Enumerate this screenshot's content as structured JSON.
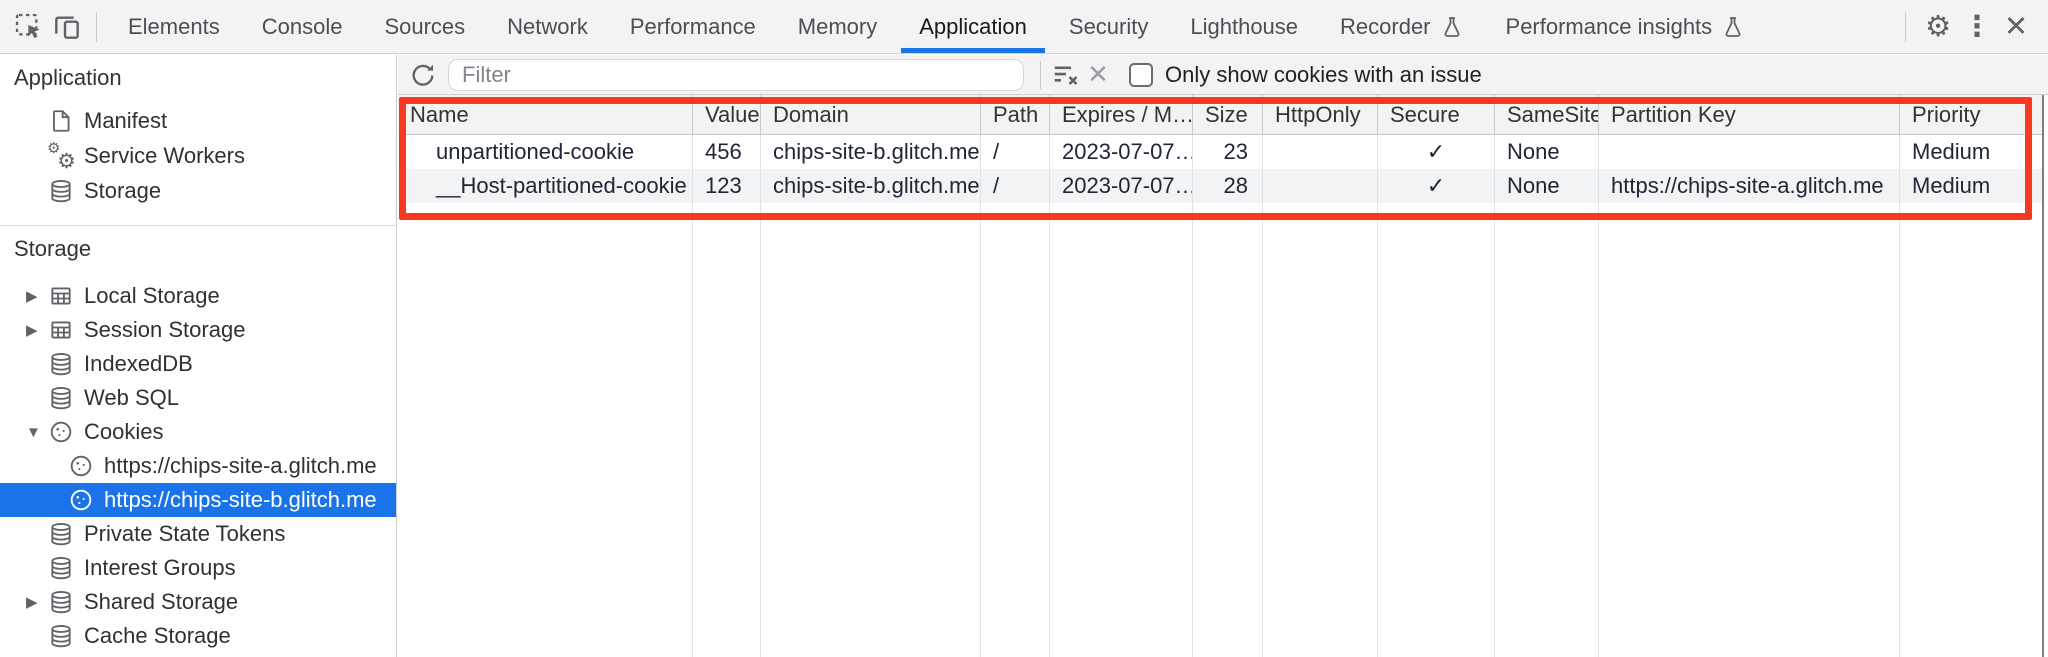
{
  "icons": {
    "gear": "⚙",
    "kebab": "⋮",
    "close": "✕",
    "clear_dim": "✕",
    "expander_collapsed": "▶",
    "expander_expanded": "▼",
    "checkmark": "✓"
  },
  "tabbar": {
    "tabs": [
      {
        "label": "Elements"
      },
      {
        "label": "Console"
      },
      {
        "label": "Sources"
      },
      {
        "label": "Network"
      },
      {
        "label": "Performance"
      },
      {
        "label": "Memory"
      },
      {
        "label": "Application",
        "active": true
      },
      {
        "label": "Security"
      },
      {
        "label": "Lighthouse"
      },
      {
        "label": "Recorder",
        "flask": true
      },
      {
        "label": "Performance insights",
        "flask": true
      }
    ]
  },
  "sidebar": {
    "app_section": {
      "title": "Application",
      "items": [
        {
          "label": "Manifest",
          "icon": "document-icon"
        },
        {
          "label": "Service Workers",
          "icon": "gears-icon"
        },
        {
          "label": "Storage",
          "icon": "database-icon"
        }
      ]
    },
    "storage_section": {
      "title": "Storage",
      "items": [
        {
          "label": "Local Storage",
          "icon": "table-icon",
          "expander": "collapsed"
        },
        {
          "label": "Session Storage",
          "icon": "table-icon",
          "expander": "collapsed"
        },
        {
          "label": "IndexedDB",
          "icon": "database-icon"
        },
        {
          "label": "Web SQL",
          "icon": "database-icon"
        },
        {
          "label": "Cookies",
          "icon": "cookie-icon",
          "expander": "expanded"
        },
        {
          "label": "https://chips-site-a.glitch.me",
          "icon": "cookie-icon",
          "child": true
        },
        {
          "label": "https://chips-site-b.glitch.me",
          "icon": "cookie-icon",
          "child": true,
          "selected": true
        },
        {
          "label": "Private State Tokens",
          "icon": "database-icon"
        },
        {
          "label": "Interest Groups",
          "icon": "database-icon"
        },
        {
          "label": "Shared Storage",
          "icon": "database-icon",
          "expander": "collapsed"
        },
        {
          "label": "Cache Storage",
          "icon": "database-icon"
        }
      ]
    }
  },
  "toolbar": {
    "filter_placeholder": "Filter",
    "only_issue_label": "Only show cookies with an issue",
    "checkbox_checked": false
  },
  "cookies_table": {
    "columns": [
      "Name",
      "Value",
      "Domain",
      "Path",
      "Expires / M…",
      "Size",
      "HttpOnly",
      "Secure",
      "SameSite",
      "Partition Key",
      "Priority"
    ],
    "rows": [
      {
        "name": "unpartitioned-cookie",
        "value": "456",
        "domain": "chips-site-b.glitch.me",
        "path": "/",
        "expires": "2023-07-07…",
        "size": "23",
        "httponly": "",
        "secure": "✓",
        "samesite": "None",
        "partition_key": "",
        "priority": "Medium"
      },
      {
        "name": "__Host-partitioned-cookie",
        "value": "123",
        "domain": "chips-site-b.glitch.me",
        "path": "/",
        "expires": "2023-07-07…",
        "size": "28",
        "httponly": "",
        "secure": "✓",
        "samesite": "None",
        "partition_key": "https://chips-site-a.glitch.me",
        "priority": "Medium"
      }
    ]
  },
  "annotation": {
    "type": "red-highlight-box-around-cookie-rows"
  },
  "colors": {
    "accent_blue": "#1a73e8",
    "highlight_red": "#f9391f",
    "selected_item_bg": "#1a73e8",
    "toolbar_bg": "#f3f3f4",
    "stripe_row_bg": "#f1f3f5"
  }
}
